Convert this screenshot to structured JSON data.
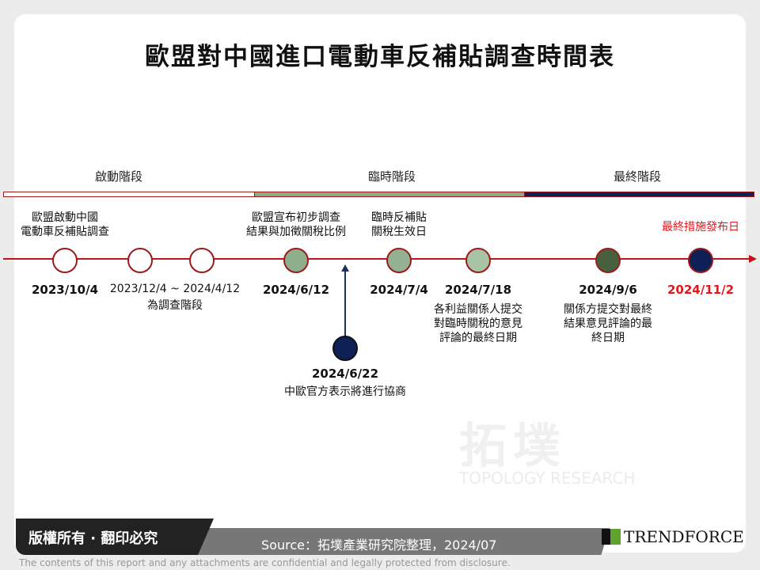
{
  "title": "歐盟對中國進口電動車反補貼調查時間表",
  "phases": [
    {
      "label": "啟動階段",
      "color": "#ffffff"
    },
    {
      "label": "臨時階段",
      "color": "#8faa83"
    },
    {
      "label": "最終階段",
      "color": "#0c2157"
    }
  ],
  "events": [
    {
      "date": "2023/10/4",
      "above": [
        "歐盟啟動中國",
        "電動車反補貼調查"
      ],
      "below": [],
      "fill": "#ffffff"
    },
    {
      "date": "2023/12/4 ~ 2024/4/12",
      "above": [],
      "below": [
        "為調查階段"
      ],
      "fill": "#ffffff"
    },
    {
      "date": "",
      "above": [],
      "below": [],
      "fill": "#ffffff"
    },
    {
      "date": "2024/6/12",
      "above": [
        "歐盟宣布初步調查",
        "結果與加徵關稅比例"
      ],
      "below": [],
      "fill": "#8fae8c"
    },
    {
      "date": "2024/7/4",
      "above": [
        "臨時反補貼",
        "關稅生效日"
      ],
      "below": [],
      "fill": "#94b292"
    },
    {
      "date": "2024/7/18",
      "above": [],
      "below": [
        "各利益關係人提交",
        "對臨時關稅的意見",
        "評論的最終日期"
      ],
      "fill": "#a9c3a5"
    },
    {
      "date": "2024/9/6",
      "above": [],
      "below": [
        "關係方提交對最終",
        "結果意見評論的最",
        "終日期"
      ],
      "fill": "#47613f"
    },
    {
      "date": "2024/11/2",
      "above": [
        "最終措施發布日"
      ],
      "below": [],
      "fill": "#0d2157",
      "highlight": "#e8151b"
    }
  ],
  "branch": {
    "date": "2024/6/22",
    "desc": "中歐官方表示將進行協商",
    "fill": "#0d2157"
  },
  "watermark": {
    "cn": "拓墣",
    "en": "TOPOLOGY RESEARCH"
  },
  "footer": {
    "copyright": "版權所有 · 翻印必究",
    "source": "Source：拓墣產業研究院整理，2024/07",
    "logo": "TRENDFORCE",
    "disclaimer": "The contents of this report and any attachments are confidential and legally protected from disclosure."
  }
}
